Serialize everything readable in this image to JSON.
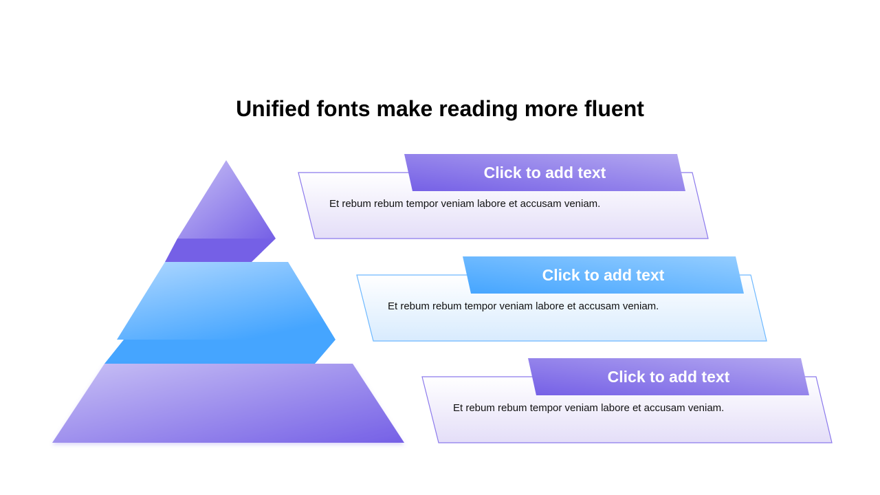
{
  "title": "Unified fonts make reading more fluent",
  "colors": {
    "purple": "#7560E6",
    "blue": "#45A5FF",
    "purple_light": "#C4BCF4",
    "blue_light": "#A7D4FF"
  },
  "items": [
    {
      "heading": "Click to add text",
      "body": "Et rebum rebum tempor veniam labore et accusam veniam.",
      "theme": "purple"
    },
    {
      "heading": "Click to add text",
      "body": "Et rebum rebum tempor veniam labore et accusam veniam.",
      "theme": "blue"
    },
    {
      "heading": "Click to add text",
      "body": "Et rebum rebum tempor veniam labore et accusam veniam.",
      "theme": "purple"
    }
  ]
}
